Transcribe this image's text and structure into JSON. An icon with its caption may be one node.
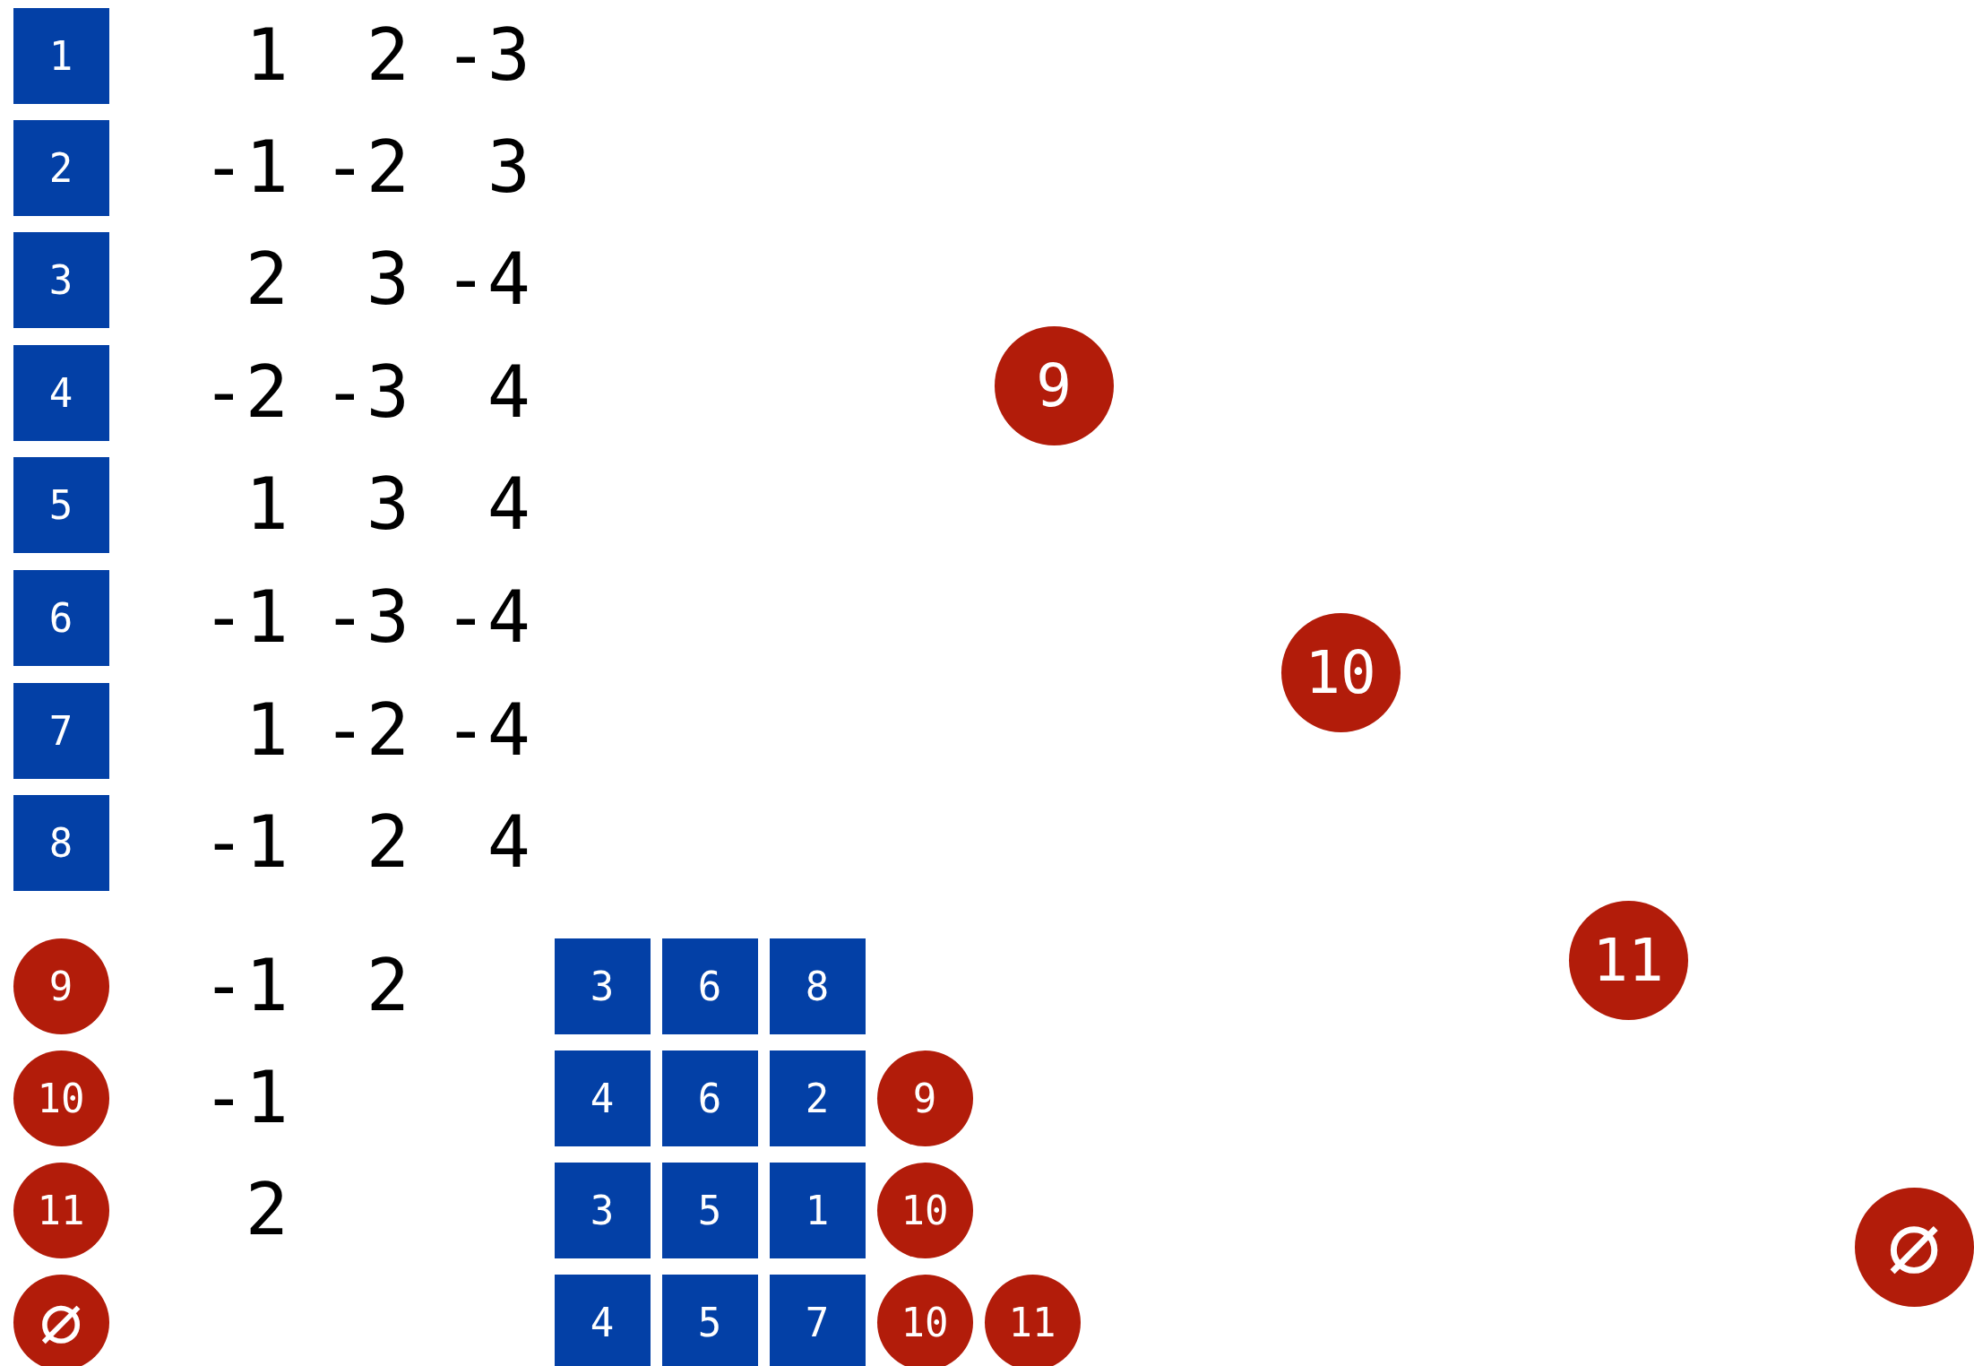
{
  "diagram": {
    "nodes": [
      {
        "text": [
          "1"
        ]
      },
      {
        "text": [
          "2"
        ]
      },
      {
        "text": [
          "3"
        ]
      },
      {
        "text": [
          "4"
        ]
      },
      {
        "text": [
          "5"
        ]
      },
      {
        "text": [
          "6"
        ]
      },
      {
        "text": [
          "7"
        ]
      },
      {
        "text": [
          "8"
        ]
      },
      {
        "text": [
          "9"
        ]
      },
      {
        "text": [
          "10"
        ]
      },
      {
        "text": [
          "11"
        ]
      },
      {
        "text": [
          "∅"
        ]
      },
      {
        "text": [
          "3"
        ]
      },
      {
        "text": [
          "6"
        ]
      },
      {
        "text": [
          "8"
        ]
      },
      {
        "text": [
          "4"
        ]
      },
      {
        "text": [
          "6"
        ]
      },
      {
        "text": [
          "2"
        ]
      },
      {
        "text": [
          "9"
        ]
      },
      {
        "text": [
          "3"
        ]
      },
      {
        "text": [
          "5"
        ]
      },
      {
        "text": [
          "1"
        ]
      },
      {
        "text": [
          "10"
        ]
      },
      {
        "text": [
          "4"
        ]
      },
      {
        "text": [
          "5"
        ]
      },
      {
        "text": [
          "7"
        ]
      },
      {
        "text": [
          "10"
        ]
      },
      {
        "text": [
          "11"
        ]
      },
      {
        "text": [
          "9"
        ]
      },
      {
        "text": [
          "10"
        ]
      },
      {
        "text": [
          "11"
        ]
      },
      {
        "text": [
          "∅"
        ]
      }
    ],
    "edges": [],
    "labels": [
      "1",
      "2",
      "-3",
      "-1",
      "-2",
      "3",
      "2",
      "3",
      "-4",
      "-2",
      "-3",
      "4",
      "1",
      "3",
      "4",
      "-1",
      "-3",
      "-4",
      "1",
      "-2",
      "-4",
      "-1",
      "2",
      "4",
      "-1",
      "2",
      "-1",
      "2"
    ]
  }
}
